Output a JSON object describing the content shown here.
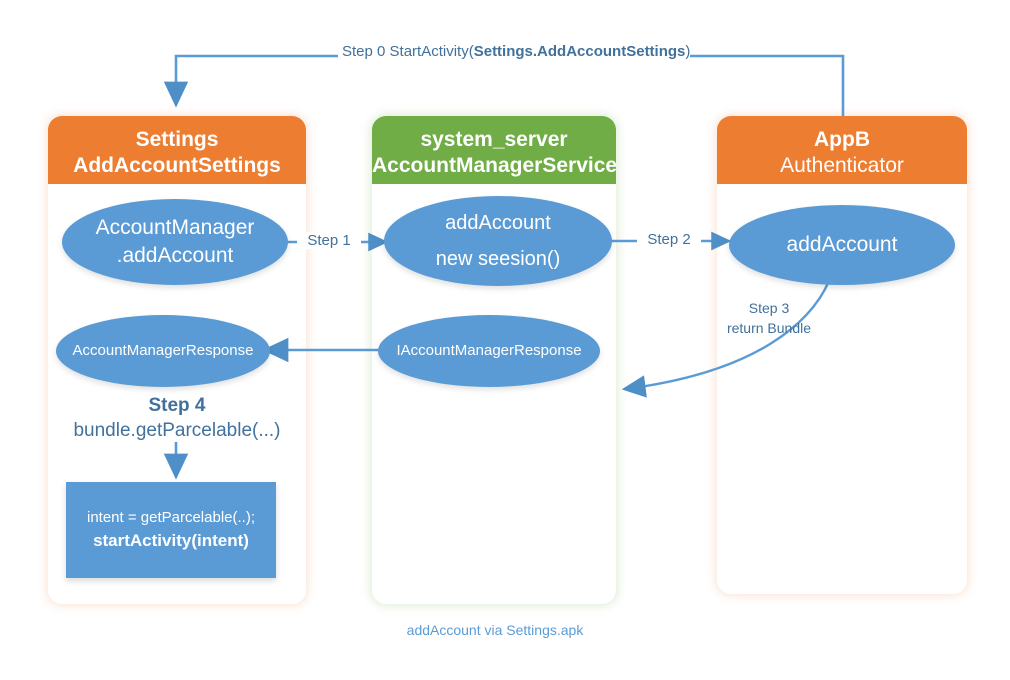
{
  "diagram": {
    "caption": "addAccount via Settings.apk",
    "colors": {
      "orange": "#ED7D31",
      "green": "#70AD47",
      "blue": "#5B9BD5",
      "label_blue": "#41719C",
      "caption_blue": "#5B9BD5",
      "white": "#FFFFFF"
    },
    "lanes": [
      {
        "id": "settings",
        "title_line1": "Settings",
        "title_line2": "AddAccountSettings",
        "header_color": "#ED7D31",
        "title2_bold": true
      },
      {
        "id": "system_server",
        "title_line1": "system_server",
        "title_line2": "AccountManagerService",
        "header_color": "#70AD47",
        "title2_bold": true
      },
      {
        "id": "appb",
        "title_line1": "AppB",
        "title_line2": "Authenticator",
        "header_color": "#ED7D31",
        "title2_bold": false
      }
    ],
    "nodes": {
      "settings_addaccount": {
        "line1": "AccountManager",
        "line2": ".addAccount"
      },
      "server_addaccount": {
        "line1": "addAccount",
        "line2": "new seesion()"
      },
      "appb_addaccount": {
        "line1": "addAccount",
        "line2": ""
      },
      "settings_response": {
        "line1": "AccountManagerResponse",
        "line2": ""
      },
      "server_response": {
        "line1": "IAccountManagerResponse",
        "line2": ""
      },
      "start_activity_box": {
        "line1": "intent = getParcelable(..);",
        "line2": "startActivity(intent)"
      }
    },
    "steps": {
      "step0_prefix": "Step 0  StartActivity(",
      "step0_bold": "Settings.AddAccountSettings",
      "step0_suffix": ")",
      "step1": "Step 1",
      "step2": "Step 2",
      "step3_line1": "Step 3",
      "step3_line2": "return Bundle",
      "step4_line1": "Step 4",
      "step4_line2": "bundle.getParcelable(...)"
    }
  }
}
